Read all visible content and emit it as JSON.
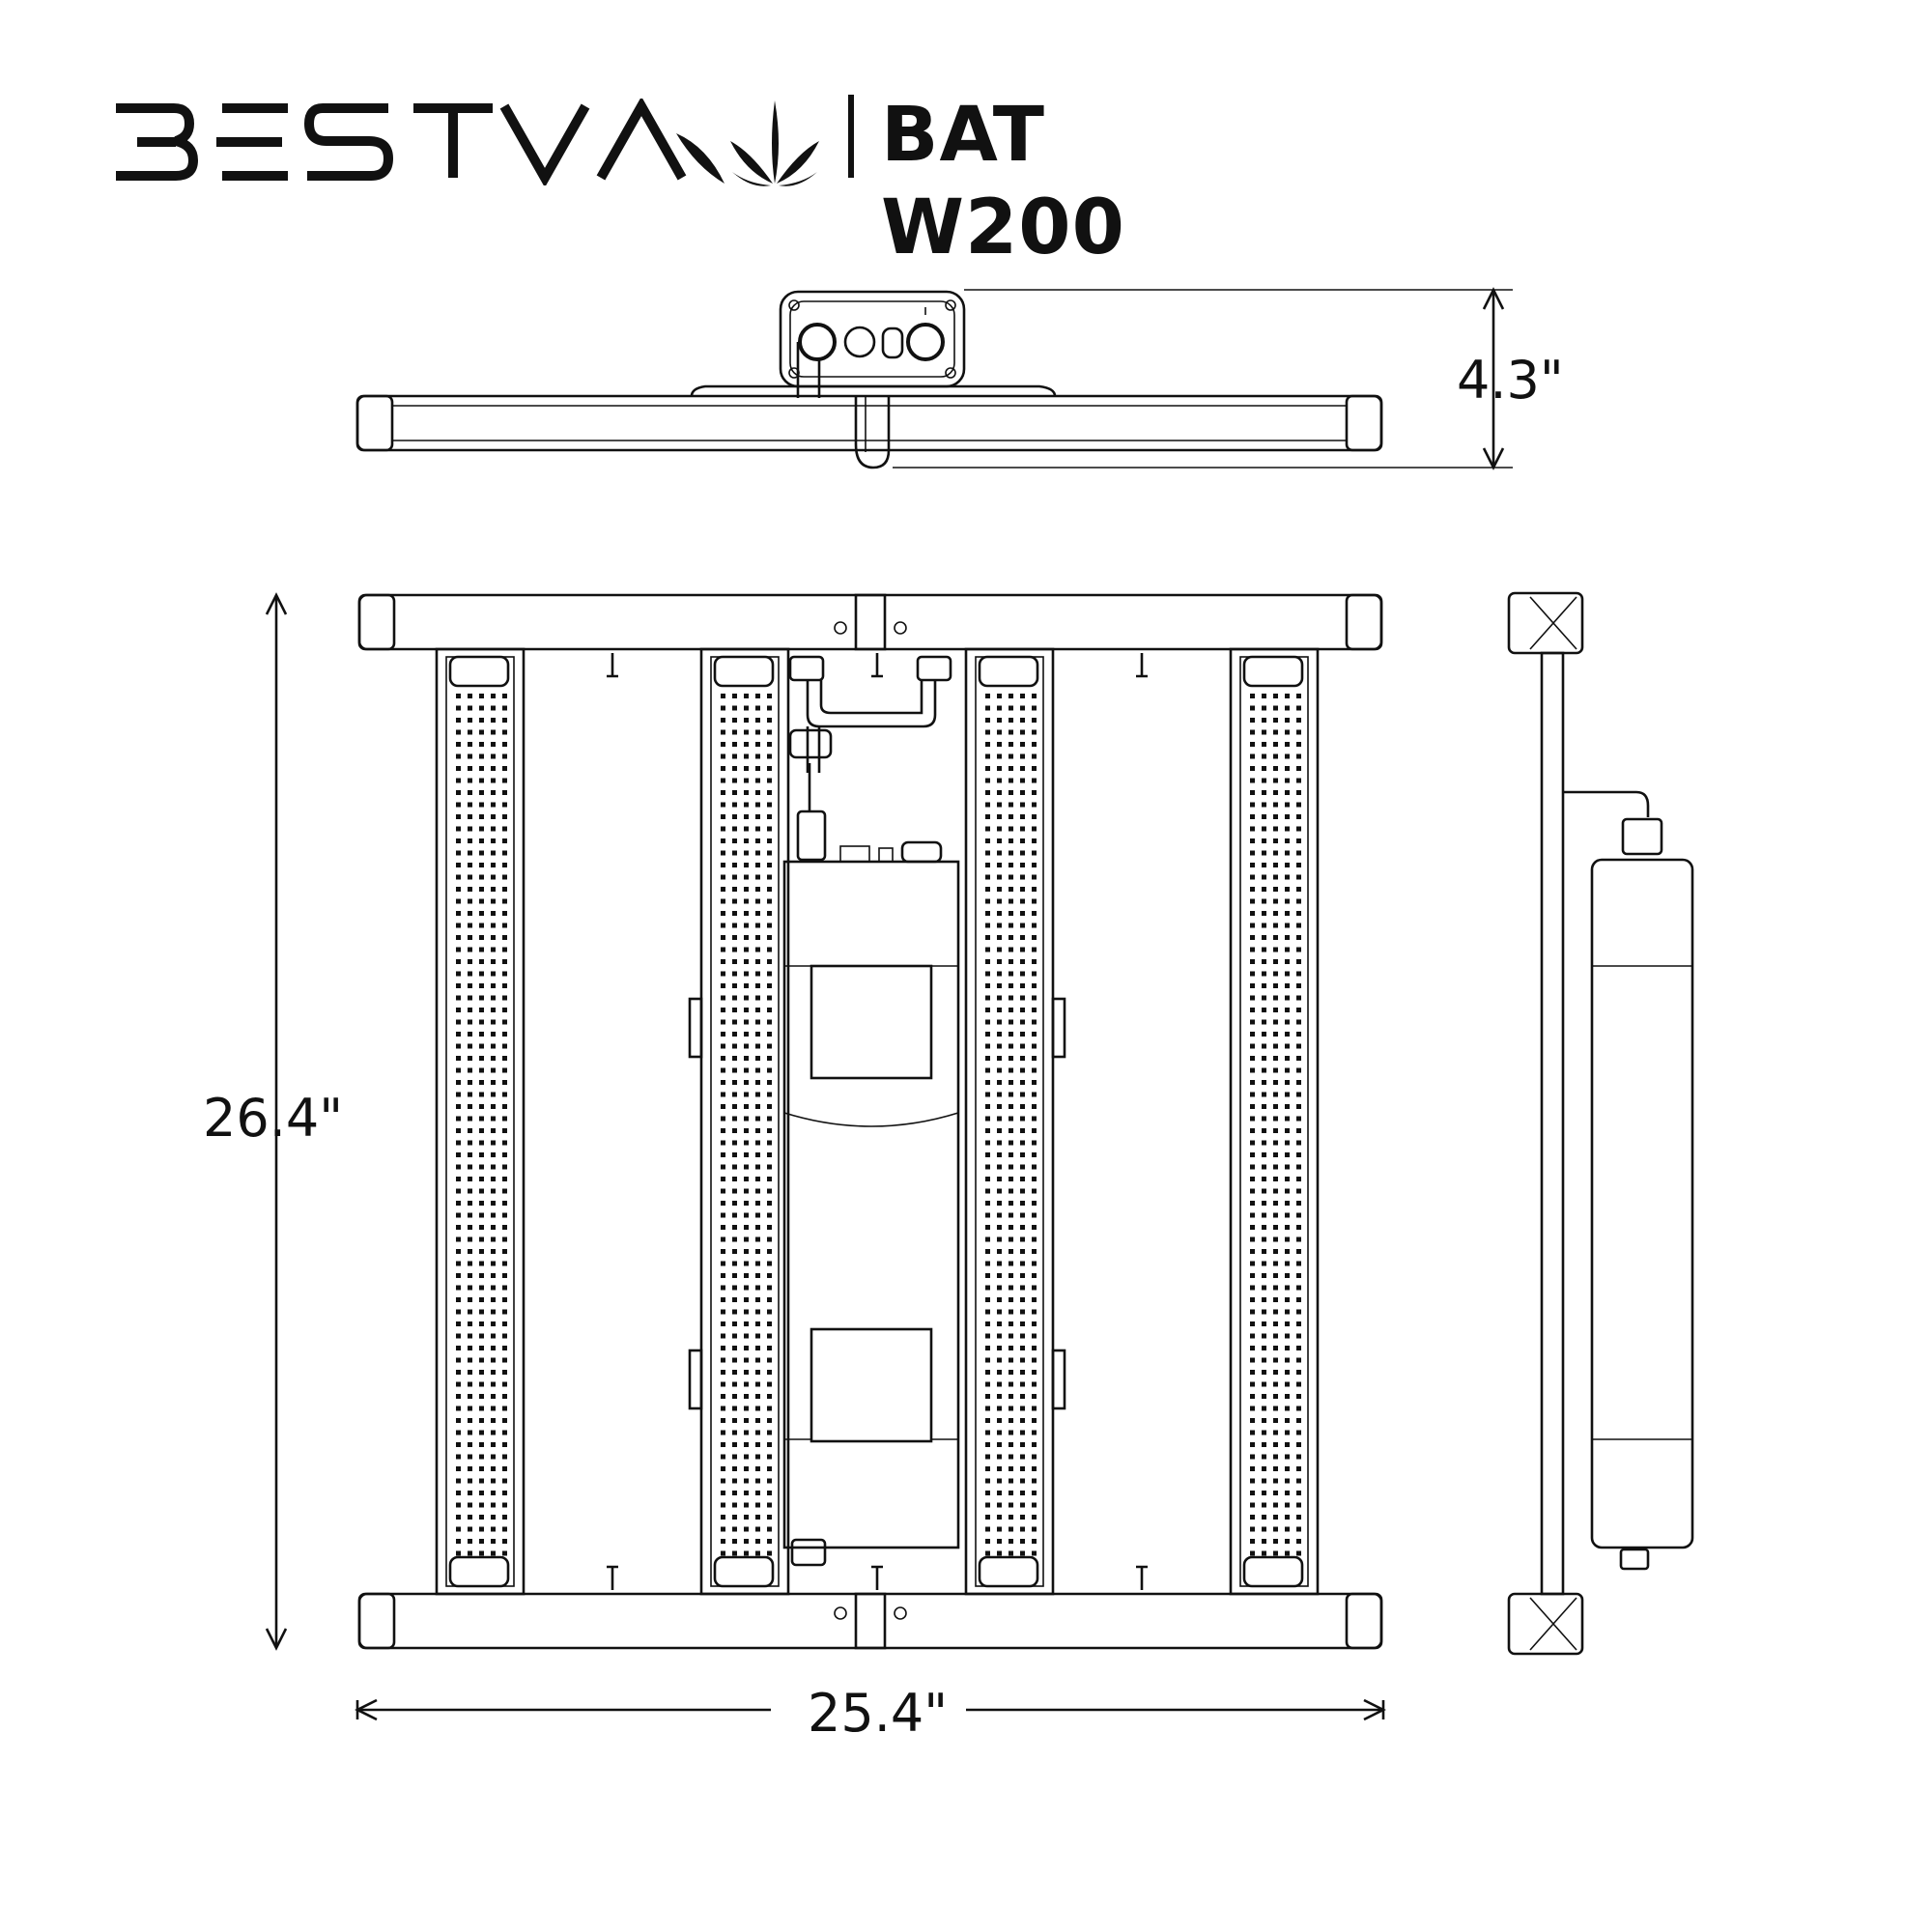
{
  "header": {
    "brand_wordmark": "BESTVA",
    "brand_icon": "leaf-icon",
    "model": "BAT W200"
  },
  "dimensions": {
    "height_side": "4.3\"",
    "height_front": "26.4\"",
    "width_front": "25.4\""
  },
  "colors": {
    "line": "#111111",
    "background": "#ffffff"
  }
}
